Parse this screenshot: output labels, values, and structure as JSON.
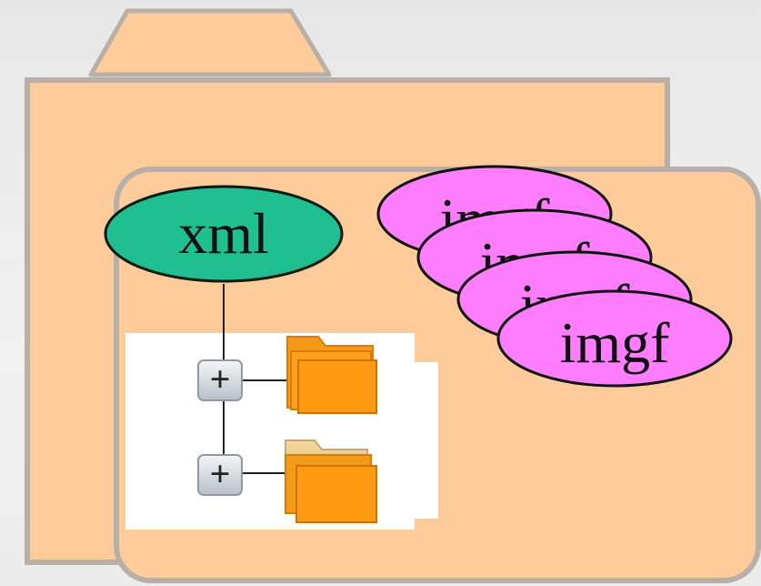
{
  "nodes": {
    "xml": {
      "label": "xml",
      "fill": "#1fbf8f"
    },
    "imgf": {
      "labels": [
        "imgf",
        "imgf",
        "imgf",
        "imgf"
      ],
      "fill": "#ff7dff"
    }
  },
  "tree": {
    "items": [
      {
        "expander": "+",
        "icon": "folder-closed-icon"
      },
      {
        "expander": "+",
        "icon": "folder-open-icon"
      }
    ]
  },
  "colors": {
    "folder_fill": "#fecc9b",
    "folder_border": "#b9b0a6",
    "folder_icon": "#ff9a1a"
  }
}
